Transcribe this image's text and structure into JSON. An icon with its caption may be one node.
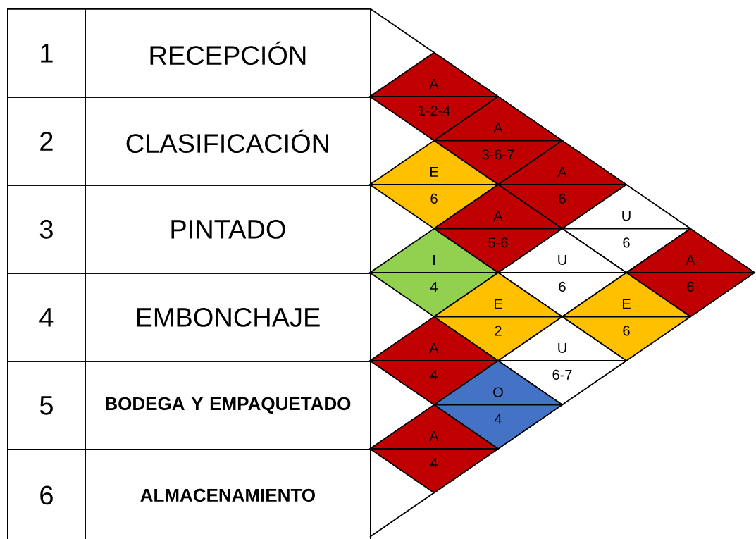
{
  "diagram": {
    "nodes": [
      {
        "text": [
          "A",
          "1-2-4"
        ]
      },
      {
        "text": [
          "A",
          "3-6-7"
        ]
      },
      {
        "text": [
          "A",
          "6"
        ]
      },
      {
        "text": [
          "U",
          "6"
        ]
      },
      {
        "text": [
          "A",
          "6"
        ]
      },
      {
        "text": [
          "E",
          "6"
        ]
      },
      {
        "text": [
          "A",
          "5-6"
        ]
      },
      {
        "text": [
          "U",
          "6"
        ]
      },
      {
        "text": [
          "E",
          "6"
        ]
      },
      {
        "text": [
          "I",
          "4"
        ]
      },
      {
        "text": [
          "E",
          "2"
        ]
      },
      {
        "text": [
          "U",
          "6-7"
        ]
      },
      {
        "text": [
          "A",
          "4"
        ]
      },
      {
        "text": [
          "O",
          "4"
        ]
      },
      {
        "text": [
          "A",
          "4"
        ]
      }
    ],
    "labels": [
      "1",
      "RECEPCIÓN",
      "2",
      "CLASIFICACIÓN",
      "3",
      "PINTADO",
      "4",
      "EMBONCHAJE",
      "5",
      "BODEGA Y EMPAQUETADO",
      "6",
      "ALMACENAMIENTO"
    ]
  }
}
